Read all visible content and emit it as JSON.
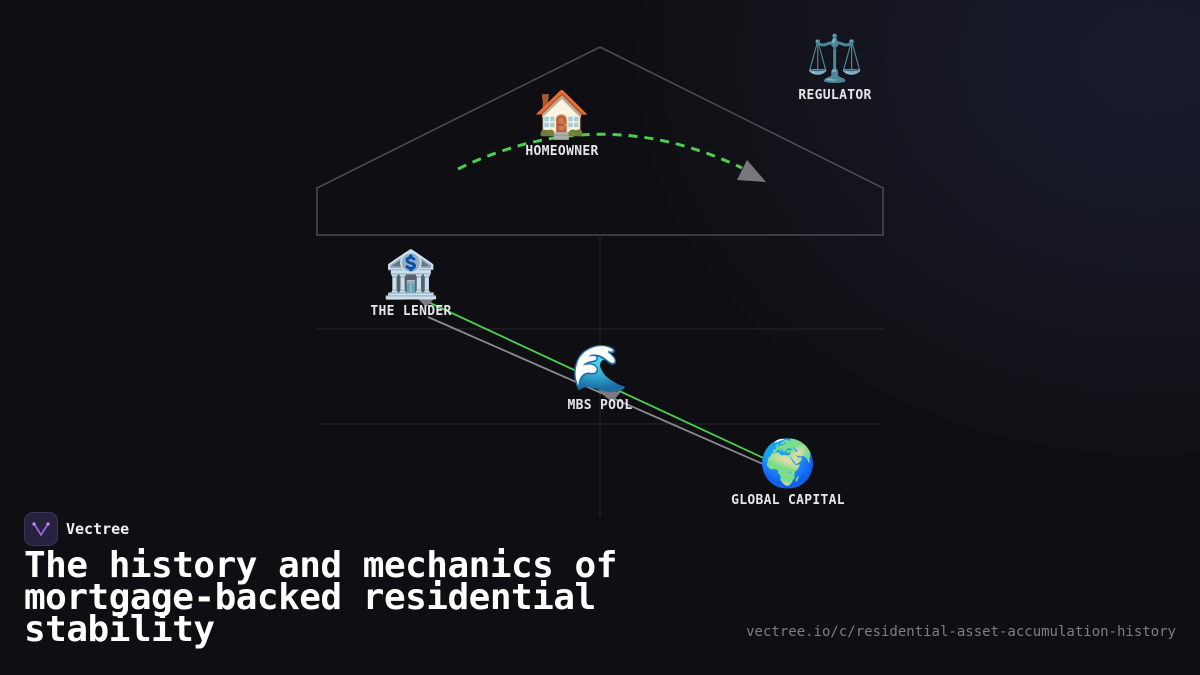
{
  "diagram": {
    "nodes": [
      {
        "id": "homeowner",
        "icon": "house-icon",
        "emoji": "🏠",
        "label": "HOMEOWNER"
      },
      {
        "id": "regulator",
        "icon": "scales-icon",
        "emoji": "⚖️",
        "label": "REGULATOR"
      },
      {
        "id": "lender",
        "icon": "bank-icon",
        "emoji": "🏦",
        "label": "THE LENDER"
      },
      {
        "id": "mbs_pool",
        "icon": "wave-icon",
        "emoji": "🌊",
        "label": "MBS POOL"
      },
      {
        "id": "global_capital",
        "icon": "globe-icon",
        "emoji": "🌍",
        "label": "GLOBAL CAPITAL"
      }
    ],
    "edges": [
      {
        "from": "lender",
        "to": "global_capital",
        "style": "solid",
        "color": "#4ccf50"
      },
      {
        "from": "global_capital",
        "to": "lender",
        "style": "solid",
        "color": "#8a8a92"
      },
      {
        "from": "homeowner",
        "to": "regulator",
        "style": "dashed-arc",
        "color": "#4ccf50"
      }
    ],
    "colors": {
      "flow_green": "#4ccf50",
      "return_grey": "#8a8a92",
      "frame": "#4a4a52",
      "background": "#0f0f13"
    }
  },
  "brand": {
    "name": "Vectree",
    "logo_icon": "vectree-logo-icon"
  },
  "title": "The history and mechanics of mortgage-backed residential stability",
  "url": "vectree.io/c/residential-asset-accumulation-history"
}
